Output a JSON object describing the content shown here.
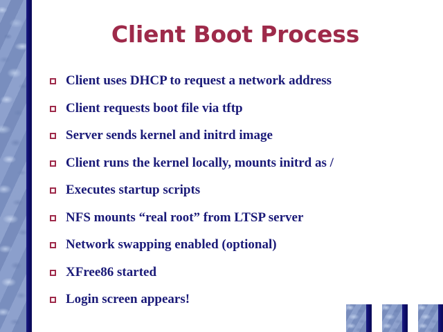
{
  "slide": {
    "title": "Client Boot Process",
    "title_color": "#9e2a4a",
    "body_text_color": "#1a1a78",
    "background_color": "#ffffff",
    "accent_navy": "#0d0d68",
    "marble_color": "#7e94c6"
  },
  "bullets": [
    {
      "marker": "square-outline-bullet",
      "text": "Client uses DHCP to request a network address"
    },
    {
      "marker": "square-outline-bullet",
      "text": "Client requests boot file via tftp"
    },
    {
      "marker": "square-outline-bullet",
      "text": "Server sends kernel and initrd image"
    },
    {
      "marker": "square-outline-bullet",
      "text": "Client runs the kernel locally, mounts initrd as /"
    },
    {
      "marker": "square-outline-bullet",
      "text": "Executes startup scripts"
    },
    {
      "marker": "square-outline-bullet",
      "text": "NFS mounts “real root” from LTSP server"
    },
    {
      "marker": "square-outline-bullet",
      "text": "Network swapping enabled (optional)"
    },
    {
      "marker": "square-outline-bullet",
      "text": "XFree86 started"
    },
    {
      "marker": "square-outline-bullet",
      "text": "Login screen appears!"
    }
  ],
  "decorations": {
    "sidebar_name": "marble-band-with-navy-stripe",
    "bottom_squares": [
      {
        "name": "deco-square-1"
      },
      {
        "name": "deco-square-2"
      },
      {
        "name": "deco-square-3"
      }
    ]
  }
}
